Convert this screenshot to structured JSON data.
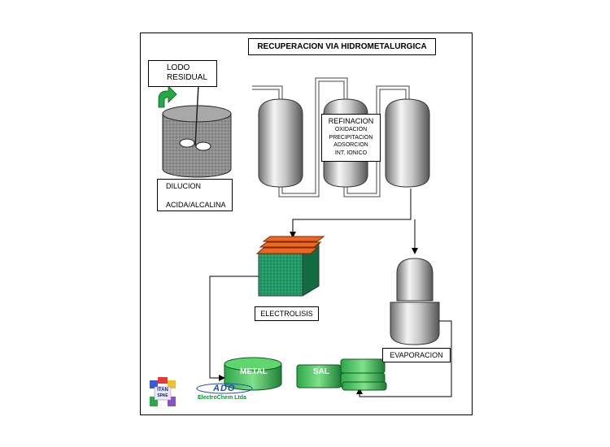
{
  "title": "RECUPERACION VIA HIDROMETALURGICA",
  "lodo": {
    "line1": "LODO",
    "line2": "RESIDUAL"
  },
  "dilucion": {
    "line1": "DILUCION",
    "line2": "ACIDA/ALCALINA"
  },
  "refinacion": {
    "heading": "REFINACION",
    "steps": [
      "OXIDACION",
      "PRECIPITACION",
      "ADSORCION",
      "INT. IONICO"
    ]
  },
  "electrolisis": "ELECTROLISIS",
  "evaporacion": "EVAPORACION",
  "metal": "METAL",
  "sal": "SAL",
  "logo_itan": {
    "line1": "ITAN",
    "line2": "SPAE"
  },
  "logo_ado": {
    "mark": "ADO",
    "name": "ElectroChem Ltda"
  },
  "colors": {
    "green": "#229966",
    "green_dark": "#136b42",
    "orange": "#ee6622",
    "metal_green": "#2ea64a",
    "gray": "#999999"
  }
}
